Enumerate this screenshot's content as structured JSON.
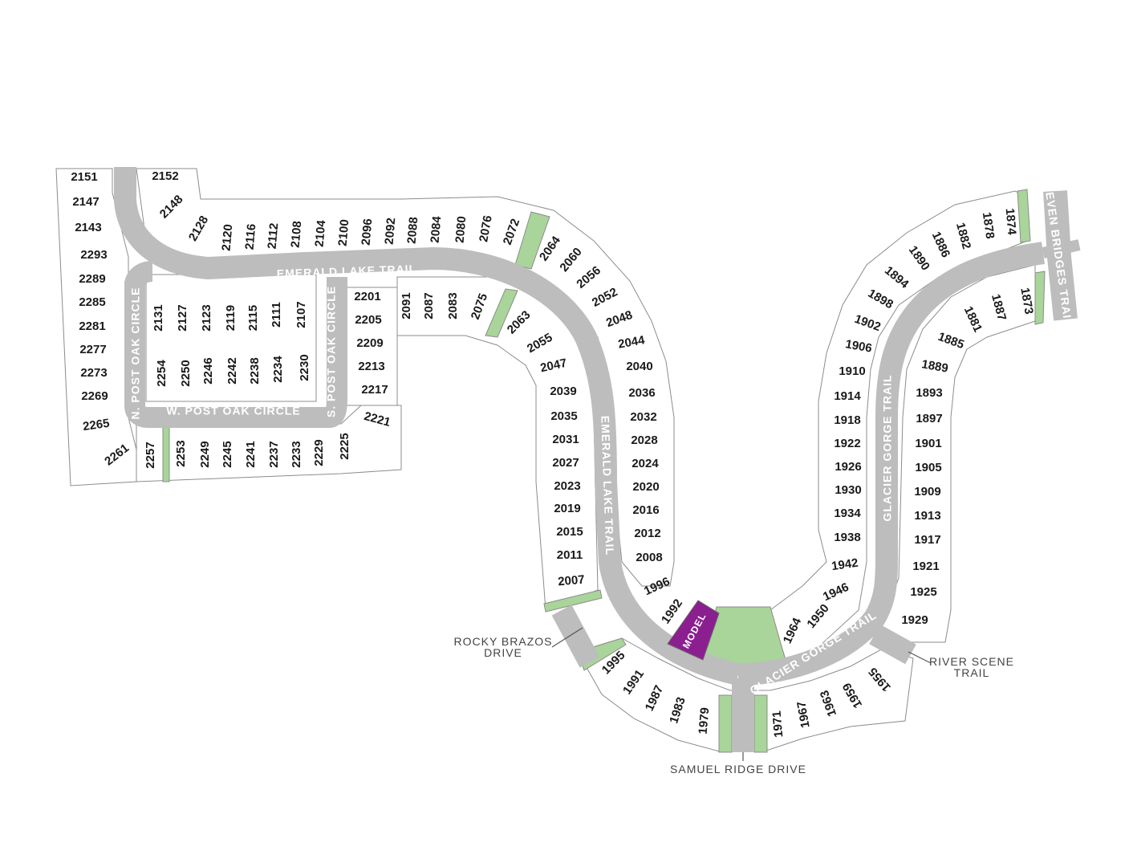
{
  "streets": {
    "emerald_top": "EMERALD LAKE TRAIL",
    "emerald_vertical": "EMERALD LAKE TRAIL",
    "n_post_oak": "N. POST OAK CIRCLE",
    "s_post_oak": "S. POST OAK CIRCLE",
    "w_post_oak": "W. POST OAK CIRCLE",
    "glacier_vertical": "GLACIER GORGE TRAIL",
    "glacier_bottom": "GLACIER GORGE TRAIL",
    "seven_bridges": "SEVEN BRIDGES TRAIL"
  },
  "external_labels": {
    "rocky_brazos_1": "ROCKY BRAZOS",
    "rocky_brazos_2": "DRIVE",
    "river_scene_1": "RIVER SCENE",
    "river_scene_2": "TRAIL",
    "samuel_ridge": "SAMUEL RIDGE DRIVE"
  },
  "model_label": "MODEL",
  "colors": {
    "road": "#bdbdbd",
    "green_space": "#a9d49a",
    "model": "#8b1f8f",
    "lot_border": "#8c8c8c"
  },
  "lots": {
    "west_column": [
      "2151",
      "2147",
      "2143",
      "2293",
      "2289",
      "2285",
      "2281",
      "2277",
      "2273",
      "2269",
      "2265",
      "2261"
    ],
    "nw_corner": [
      "2152",
      "2148",
      "2128"
    ],
    "top_row": [
      "2120",
      "2116",
      "2112",
      "2108",
      "2104",
      "2100",
      "2096",
      "2092",
      "2088",
      "2084",
      "2080",
      "2076",
      "2072",
      "2064",
      "2060",
      "2056",
      "2052",
      "2048",
      "2044",
      "2040",
      "2036",
      "2032",
      "2028",
      "2024",
      "2020",
      "2016",
      "2012",
      "2008",
      "1996",
      "1992"
    ],
    "inner_block_top": [
      "2131",
      "2127",
      "2123",
      "2119",
      "2115",
      "2111",
      "2107"
    ],
    "inner_block_bottom": [
      "2254",
      "2250",
      "2246",
      "2242",
      "2238",
      "2234",
      "2230"
    ],
    "bottom_row_west": [
      "2257",
      "2253",
      "2249",
      "2245",
      "2241",
      "2237",
      "2233",
      "2229",
      "2225",
      "2221"
    ],
    "s_post_oak_east": [
      "2201",
      "2205",
      "2209",
      "2213",
      "2217"
    ],
    "inner_curve_top": [
      "2091",
      "2087",
      "2083",
      "2075",
      "2063",
      "2055",
      "2047"
    ],
    "emerald_west_column": [
      "2039",
      "2035",
      "2031",
      "2027",
      "2023",
      "2019",
      "2015",
      "2011",
      "2007"
    ],
    "bottom_arc": [
      "1995",
      "1991",
      "1987",
      "1983",
      "1979",
      "1971",
      "1967",
      "1963",
      "1959",
      "1955"
    ],
    "glacier_west_outer": [
      "1964",
      "1950",
      "1946",
      "1942",
      "1938",
      "1934",
      "1930",
      "1926",
      "1922",
      "1918",
      "1914",
      "1910",
      "1906",
      "1902",
      "1898",
      "1894",
      "1890",
      "1886",
      "1882",
      "1878",
      "1874"
    ],
    "glacier_east_inner": [
      "1929",
      "1925",
      "1921",
      "1917",
      "1913",
      "1909",
      "1905",
      "1901",
      "1897",
      "1893",
      "1889",
      "1885",
      "1881",
      "1887",
      "1873"
    ]
  }
}
